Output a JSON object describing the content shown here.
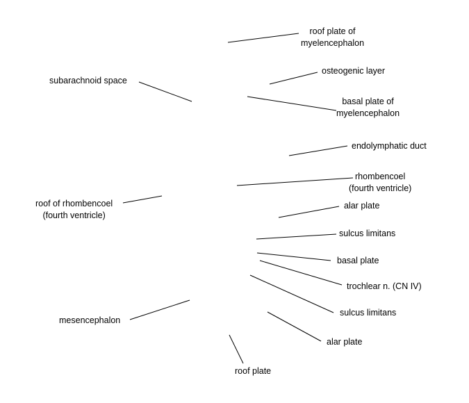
{
  "labels": {
    "roof_plate_myelencephalon": [
      "roof plate of",
      "myelencephalon"
    ],
    "osteogenic_layer": "osteogenic layer",
    "subarachnoid_space": "subarachnoid space",
    "basal_plate_myelencephalon": [
      "basal plate of",
      "myelencephalon"
    ],
    "endolymphatic_duct": "endolymphatic duct",
    "rhombencoel": [
      "rhombencoel",
      "(fourth ventricle)"
    ],
    "roof_of_rhombencoel": [
      "roof of rhombencoel",
      "(fourth ventricle)"
    ],
    "alar_plate_upper": "alar plate",
    "sulcus_limitans_upper": "sulcus limitans",
    "basal_plate": "basal plate",
    "trochlear_nerve": "trochlear n. (CN IV)",
    "mesencephalon": "mesencephalon",
    "sulcus_limitans_lower": "sulcus limitans",
    "alar_plate_lower": "alar plate",
    "roof_plate": "roof plate"
  },
  "colors": {
    "line": "#000000",
    "text": "#000000",
    "background": "#ffffff"
  }
}
